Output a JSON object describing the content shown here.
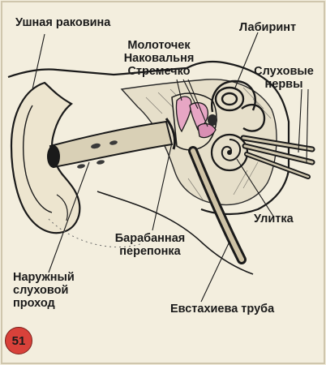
{
  "labels": {
    "auricle": "Ушная раковина",
    "ossicles": [
      "Молоточек",
      "Наковальня",
      "Стремечко"
    ],
    "labyrinth": "Лабиринт",
    "auditory_nerves": [
      "Слуховые",
      "нервы"
    ],
    "cochlea": "Улитка",
    "eardrum": [
      "Барабанная",
      "перепонка"
    ],
    "ear_canal": [
      "Наружный",
      "слуховой",
      "проход"
    ],
    "eustachian_tube": "Евстахиева труба"
  },
  "page_number": "51",
  "colors": {
    "background": "#f3eede",
    "ink": "#1a1a1a",
    "ossicles_pink": "#e7a6c4",
    "badge_red": "#d8413a"
  }
}
